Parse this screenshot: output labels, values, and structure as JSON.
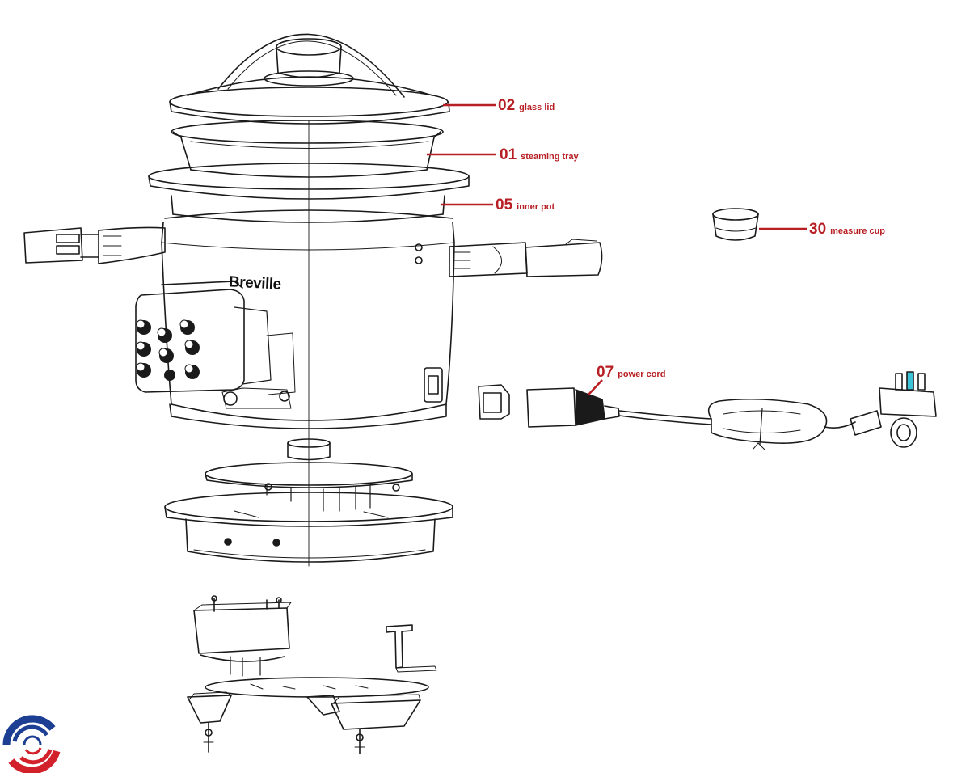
{
  "brand_mark": "Breville",
  "callouts": [
    {
      "id": "glass-lid",
      "number": "02",
      "text": "glass lid"
    },
    {
      "id": "steaming-tray",
      "number": "01",
      "text": "steaming tray"
    },
    {
      "id": "inner-pot",
      "number": "05",
      "text": "inner pot"
    },
    {
      "id": "measure-cup",
      "number": "30",
      "text": "measure cup"
    },
    {
      "id": "power-cord",
      "number": "07",
      "text": "power cord"
    }
  ],
  "colors": {
    "callout": "#b81f24",
    "line": "#1a1a1a",
    "logo_blue": "#1c3f94",
    "logo_red": "#d3212c"
  },
  "icons": {
    "logo": "circular-brand-logo-icon"
  }
}
